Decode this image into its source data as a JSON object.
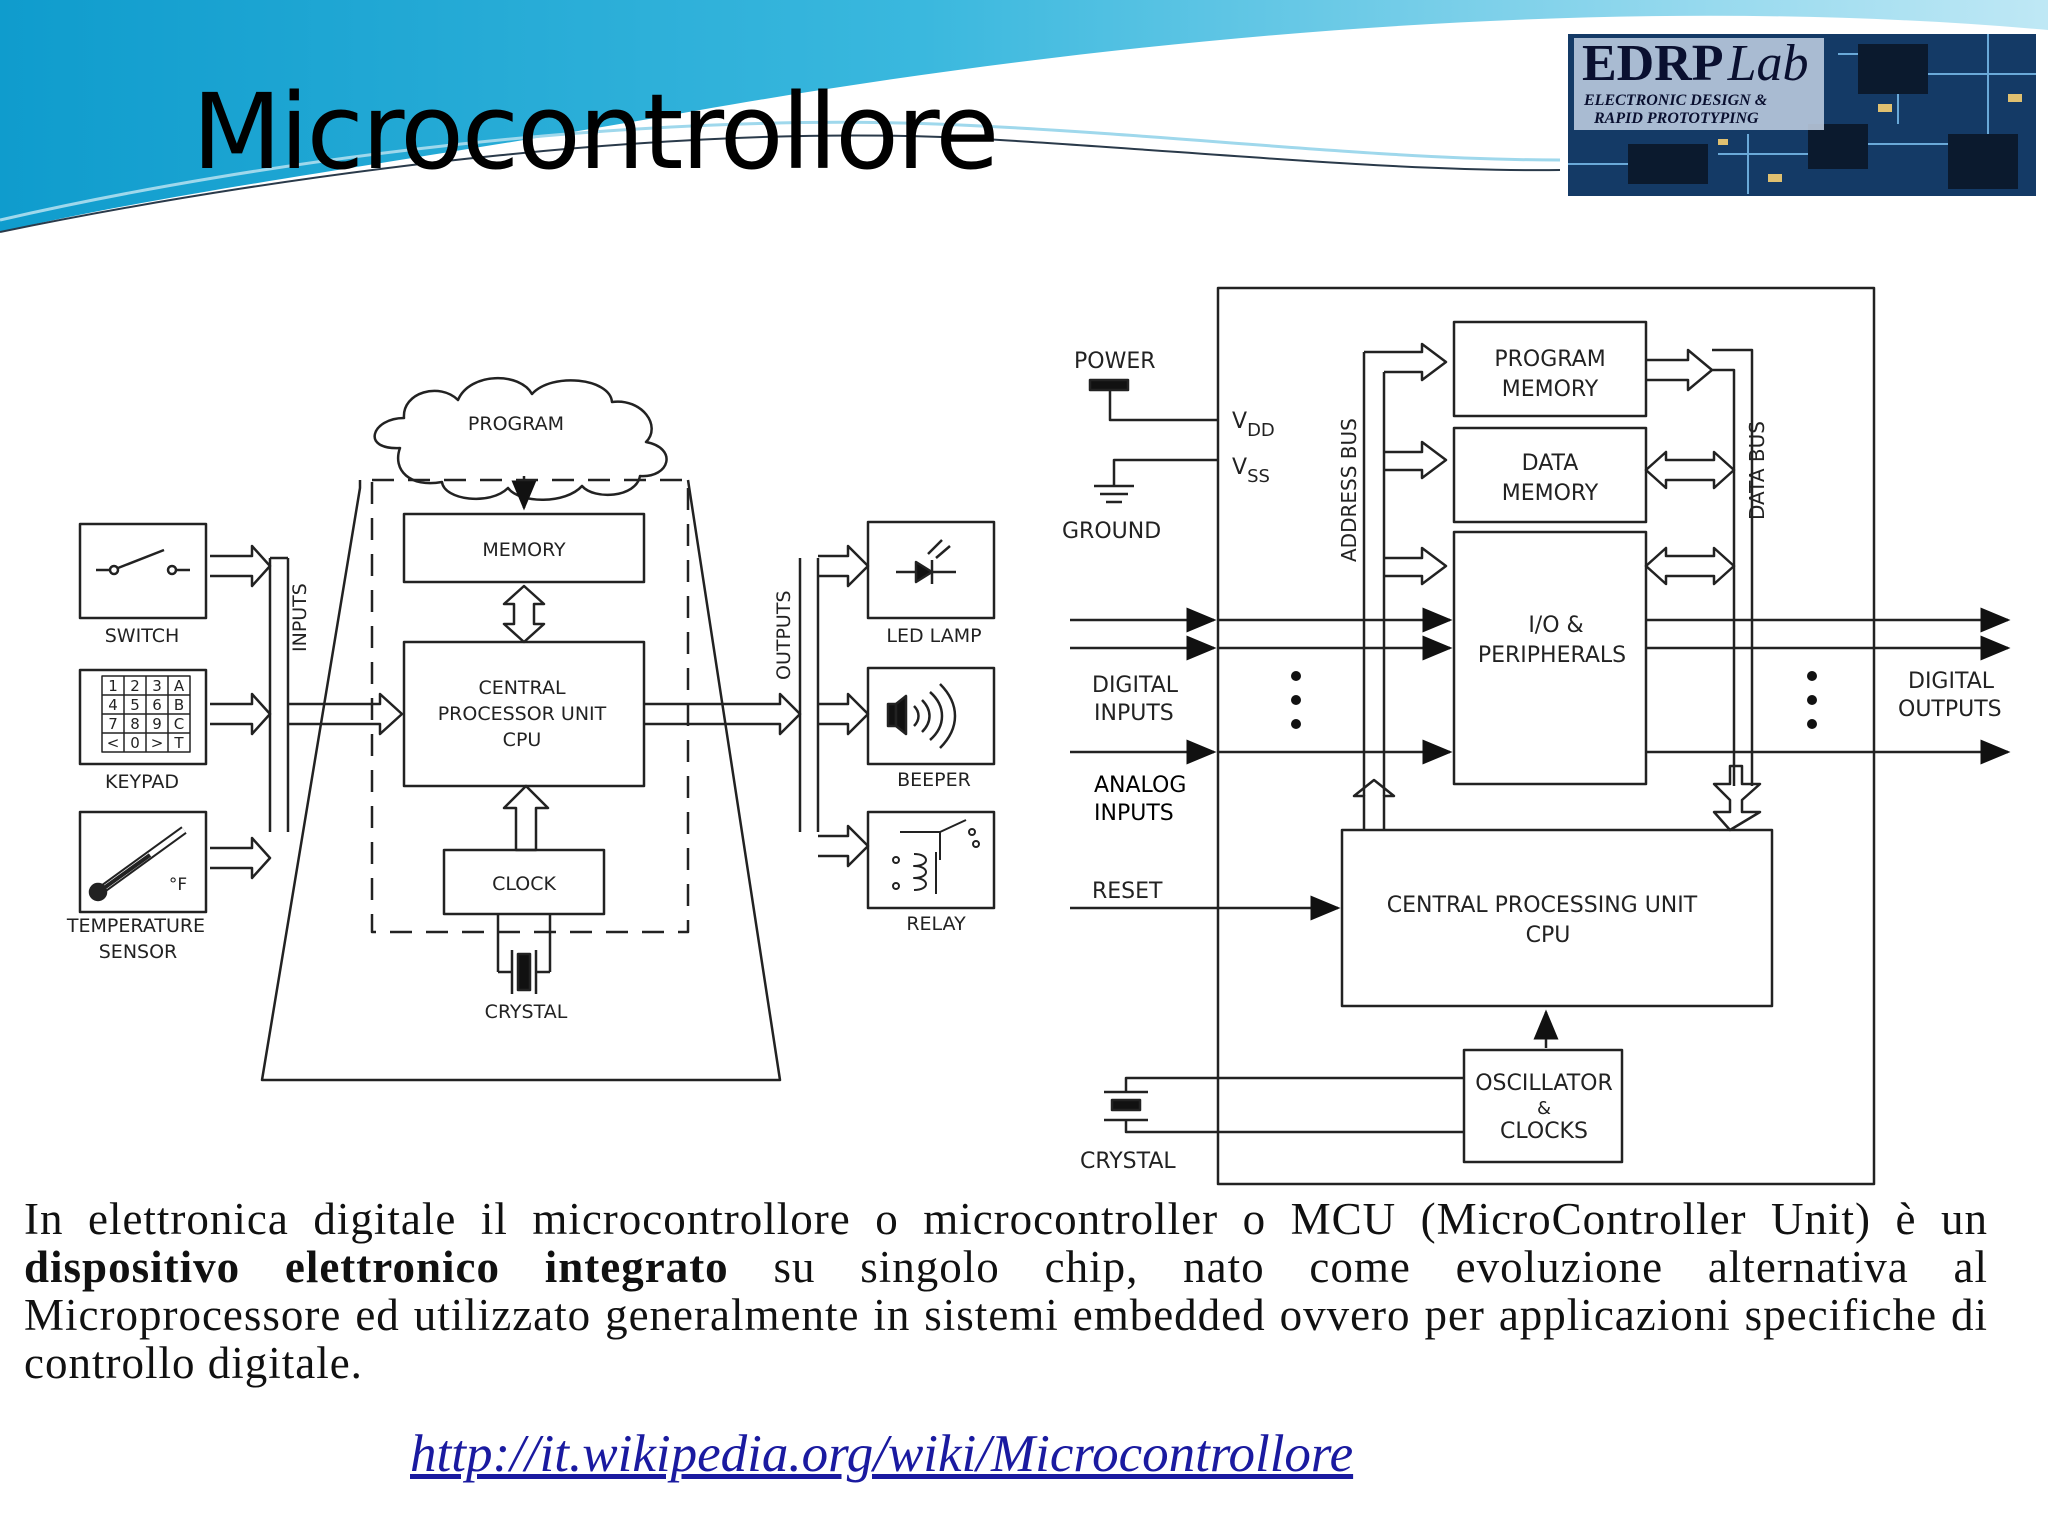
{
  "slide": {
    "title": "Microcontrollore",
    "logo": {
      "main": "EDRP",
      "lab": "Lab",
      "sub1": "ELECTRONIC DESIGN &",
      "sub2": "RAPID PROTOTYPING"
    }
  },
  "left_diagram": {
    "program": "PROGRAM",
    "memory": "MEMORY",
    "cpu": [
      "CENTRAL",
      "PROCESSOR UNIT",
      "CPU"
    ],
    "clock": "CLOCK",
    "crystal": "CRYSTAL",
    "inputs_label": "INPUTS",
    "outputs_label": "OUTPUTS",
    "switch": "SWITCH",
    "keypad": "KEYPAD",
    "keypad_keys": [
      "1",
      "2",
      "3",
      "A",
      "4",
      "5",
      "6",
      "B",
      "7",
      "8",
      "9",
      "C",
      "<",
      "0",
      ">",
      "T"
    ],
    "temp_unit": "°F",
    "temperature_sensor": [
      "TEMPERATURE",
      "SENSOR"
    ],
    "led_lamp": "LED LAMP",
    "beeper": "BEEPER",
    "relay": "RELAY"
  },
  "right_diagram": {
    "power": "POWER",
    "ground": "GROUND",
    "vdd": "V",
    "vdd_sub": "DD",
    "vss": "V",
    "vss_sub": "SS",
    "address_bus": "ADDRESS BUS",
    "data_bus": "DATA BUS",
    "program_memory": [
      "PROGRAM",
      "MEMORY"
    ],
    "data_memory": [
      "DATA",
      "MEMORY"
    ],
    "io": [
      "I/O &",
      "PERIPHERALS"
    ],
    "digital_inputs": [
      "DIGITAL",
      "INPUTS"
    ],
    "analog_inputs": [
      "ANALOG",
      "INPUTS"
    ],
    "digital_outputs": [
      "DIGITAL",
      "OUTPUTS"
    ],
    "reset": "RESET",
    "cpu": [
      "CENTRAL PROCESSING UNIT",
      "CPU"
    ],
    "oscillator": [
      "OSCILLATOR",
      "&",
      "CLOCKS"
    ],
    "crystal": "CRYSTAL"
  },
  "description": {
    "part1": "In elettronica digitale il microcontrollore o microcontroller o MCU (MicroController Unit) è un ",
    "bold": "dispositivo elettronico integrato",
    "part2": " su singolo chip, nato come evoluzione alternativa al Microprocessore ed utilizzato generalmente in sistemi embedded ovvero per applicazioni specifiche di controllo digitale."
  },
  "link": "http://it.wikipedia.org/wiki/Microcontrollore",
  "colors": {
    "header_cyan": "#1aa6d4",
    "header_light": "#a6dff0",
    "link": "#1a1aa0"
  }
}
